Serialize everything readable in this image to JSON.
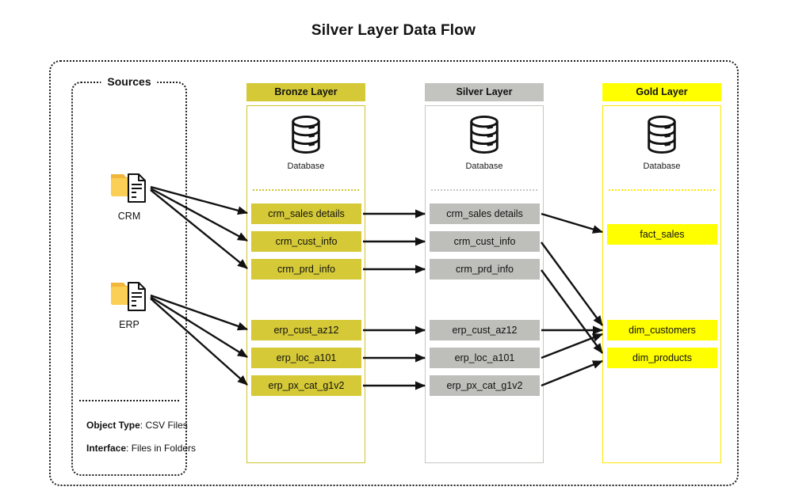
{
  "title": "Silver Layer Data Flow",
  "sources": {
    "label": "Sources",
    "items": [
      {
        "label": "CRM",
        "icon": "folder-with-file-icon"
      },
      {
        "label": "ERP",
        "icon": "folder-with-file-icon"
      }
    ],
    "meta": [
      {
        "key": "Object Type",
        "value": ": CSV Files"
      },
      {
        "key": "Interface",
        "value": ": Files in Folders"
      }
    ]
  },
  "layers": [
    {
      "label": "Bronze Layer",
      "db_label": "Database",
      "accent": "#d5c937",
      "tables": [
        "crm_sales details",
        "crm_cust_info",
        "crm_prd_info",
        "erp_cust_az12",
        "erp_loc_a101",
        "erp_px_cat_g1v2"
      ]
    },
    {
      "label": "Silver Layer",
      "db_label": "Database",
      "accent": "#c3c3c0",
      "tables": [
        "crm_sales details",
        "crm_cust_info",
        "crm_prd_info",
        "erp_cust_az12",
        "erp_loc_a101",
        "erp_px_cat_g1v2"
      ]
    },
    {
      "label": "Gold Layer",
      "db_label": "Database",
      "accent": "#ffff00",
      "tables": [
        "fact_sales",
        "dim_customers",
        "dim_products"
      ]
    }
  ],
  "colors": {
    "bronze": "#d5c937",
    "silver": "#c3c3c0",
    "gold": "#ffff00",
    "arrow": "#111111",
    "folder_body": "#fbce55",
    "folder_tab": "#f2b63d"
  },
  "flows": {
    "source_to_bronze": "CRM→crm tables, ERP→erp tables",
    "bronze_to_silver": "1:1 same-name tables",
    "silver_to_gold": "crm_sales details→fact_sales; crm_cust_info,erp_cust_az12,erp_loc_a101→dim_customers; crm_prd_info,erp_px_cat_g1v2→dim_products"
  }
}
